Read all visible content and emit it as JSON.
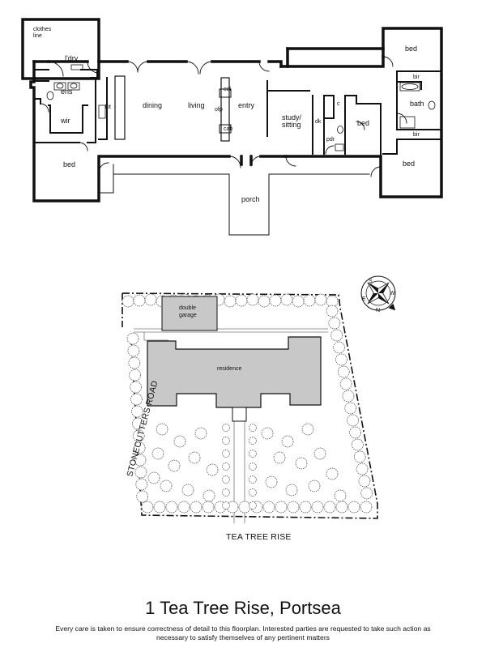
{
  "floorplan": {
    "rooms": {
      "clothes_line": [
        "clothes",
        "line"
      ],
      "laundry": "l'dry",
      "ensuite": "ens",
      "wir": "wir",
      "kitchen": "kit",
      "dining": "dining",
      "living": "living",
      "cellar": "cel",
      "open_fireplace": "ofp",
      "cabinet": "cab",
      "entry": "entry",
      "study": [
        "study/",
        "sitting"
      ],
      "desk": "dk",
      "cupboard": "c",
      "powder": "pdr",
      "bed_middle": "bed",
      "bed_top_right": "bed",
      "bir_top": "bir",
      "bath": "bath",
      "bir_bottom": "bir",
      "bed_bottom_right": "bed",
      "bed_left": "bed",
      "porch": "porch"
    }
  },
  "siteplan": {
    "garage": [
      "double",
      "garage"
    ],
    "residence": "residence",
    "road_left": "STONECUTTERS ROAD",
    "road_bottom": "TEA TREE RISE",
    "compass": {
      "n": "N",
      "s": "S",
      "e": "E",
      "w": "W"
    }
  },
  "title": "1 Tea Tree Rise, Portsea",
  "disclaimer": "Every care is taken to ensure correctness of detail to this floorplan. Interested parties are requested to take such action as necessary to satisfy themselves of any pertinent matters",
  "colors": {
    "building_fill": "#c8c8c8",
    "wall": "#111111"
  }
}
